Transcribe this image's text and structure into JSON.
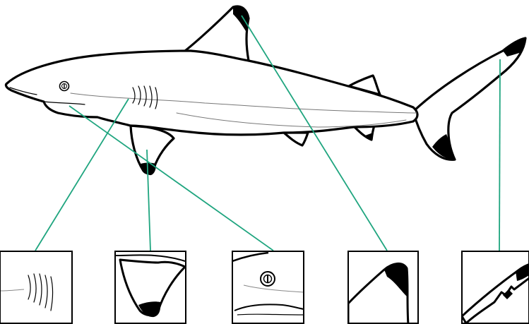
{
  "figure": {
    "subject": "shark",
    "colors": {
      "outline": "#000000",
      "fin_tips": "#000000",
      "callout_lines": "#1fa57f",
      "background": "#ffffff"
    },
    "callouts": [
      {
        "feature": "gill-slits",
        "icon": "gill-slits-icon"
      },
      {
        "feature": "pectoral-fin-tip",
        "icon": "pectoral-fin-icon"
      },
      {
        "feature": "eye",
        "icon": "eye-icon"
      },
      {
        "feature": "dorsal-fin-tip",
        "icon": "dorsal-fin-icon"
      },
      {
        "feature": "caudal-fin-tip",
        "icon": "caudal-fin-icon"
      }
    ]
  }
}
